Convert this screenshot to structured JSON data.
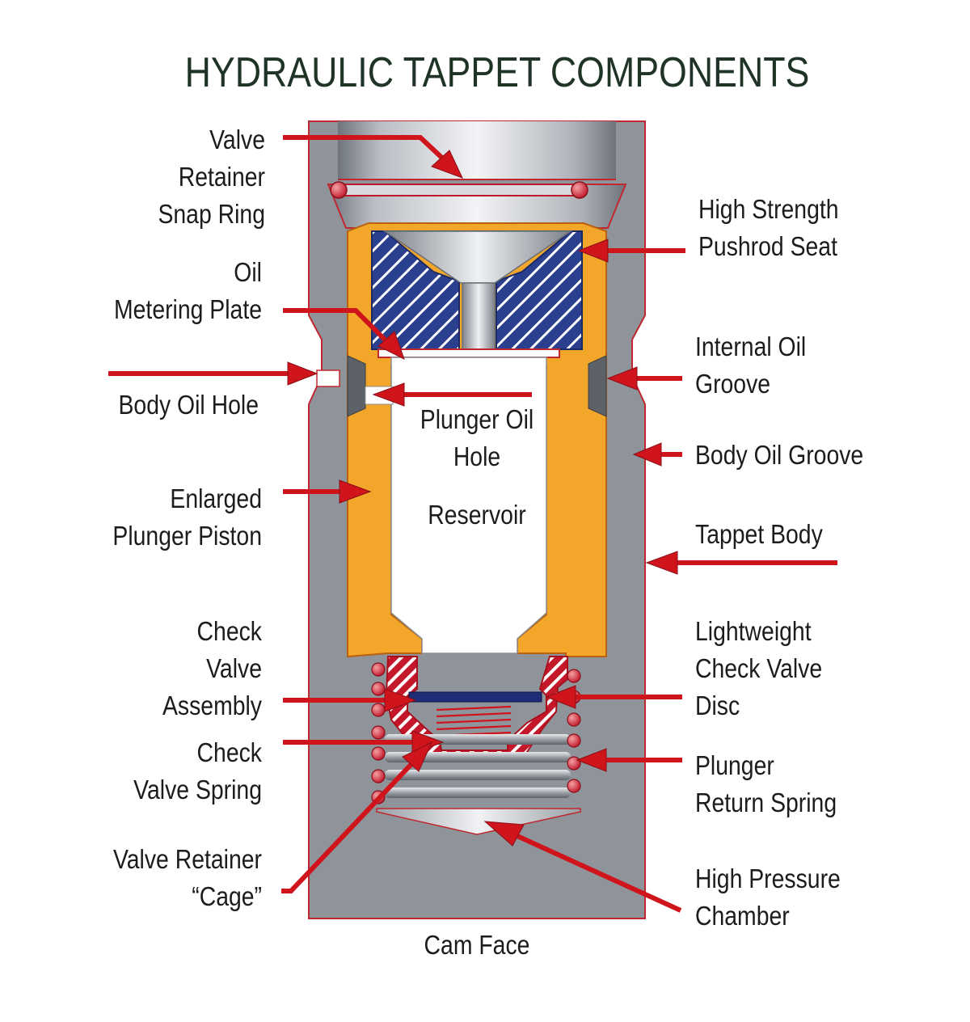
{
  "title": "HYDRAULIC TAPPET COMPONENTS",
  "reservoir_label": "Reservoir",
  "bottom_label": "Cam Face",
  "labels_left": [
    {
      "id": "valve-retainer-snap-ring",
      "text": "Valve\nRetainer\nSnap Ring"
    },
    {
      "id": "oil-metering-plate",
      "text": "Oil\nMetering Plate"
    },
    {
      "id": "body-oil-hole",
      "text": "Body Oil Hole"
    },
    {
      "id": "enlarged-plunger-piston",
      "text": "Enlarged\nPlunger Piston"
    },
    {
      "id": "check-valve-assembly",
      "text": "Check\nValve\nAssembly"
    },
    {
      "id": "check-valve-spring",
      "text": "Check\nValve Spring"
    },
    {
      "id": "valve-retainer-cage",
      "text": "Valve Retainer\n“Cage”"
    }
  ],
  "labels_center": [
    {
      "id": "plunger-oil-hole",
      "text": "Plunger Oil\nHole"
    }
  ],
  "labels_right": [
    {
      "id": "high-strength-pushrod-seat",
      "text": "High Strength\nPushrod Seat"
    },
    {
      "id": "internal-oil-groove",
      "text": "Internal Oil\nGroove"
    },
    {
      "id": "body-oil-groove",
      "text": "Body Oil Groove"
    },
    {
      "id": "tappet-body",
      "text": "Tappet Body"
    },
    {
      "id": "lightweight-check-valve-disc",
      "text": "Lightweight\nCheck Valve\nDisc"
    },
    {
      "id": "plunger-return-spring",
      "text": "Plunger\nReturn Spring"
    },
    {
      "id": "high-pressure-chamber",
      "text": "High Pressure\nChamber"
    }
  ],
  "colors": {
    "title": "#1f3427",
    "body_gray": "#8f949b",
    "body_outline": "#c0282f",
    "plunger_orange": "#f2a72b",
    "seat_blue": "#2a3f8e",
    "disc_navy": "#1f2d78",
    "arrow_red": "#d0141b",
    "reservoir": "#ffffff"
  }
}
